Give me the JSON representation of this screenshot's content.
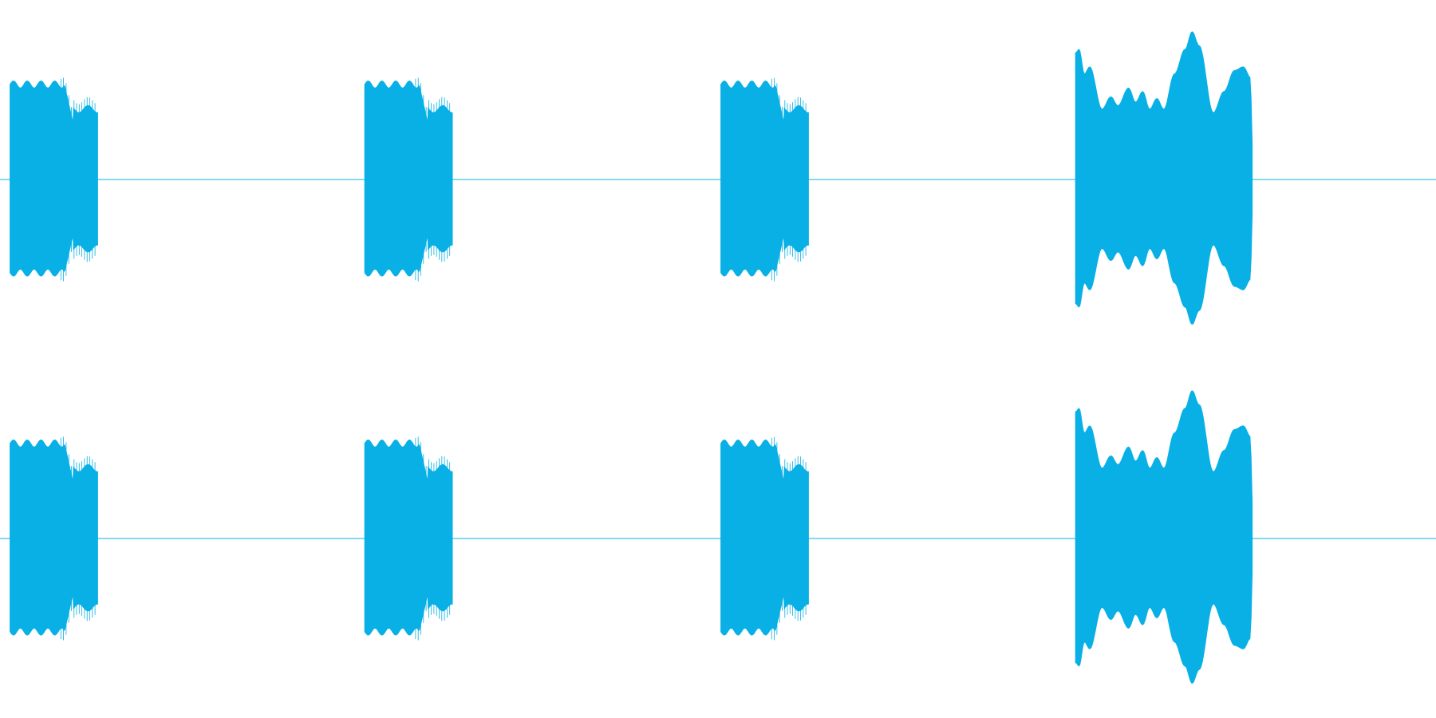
{
  "waveform": {
    "color": "#08b0e5",
    "background": "#ffffff",
    "channels": [
      {
        "name": "",
        "segments": [
          {
            "shape": "beep",
            "start": 0.007,
            "end": 0.068
          },
          {
            "shape": "beep",
            "start": 0.254,
            "end": 0.315
          },
          {
            "shape": "beep",
            "start": 0.502,
            "end": 0.563
          },
          {
            "shape": "warble",
            "start": 0.749,
            "end": 0.872
          }
        ]
      },
      {
        "name": "",
        "segments": [
          {
            "shape": "beep",
            "start": 0.007,
            "end": 0.068
          },
          {
            "shape": "beep",
            "start": 0.254,
            "end": 0.315
          },
          {
            "shape": "beep",
            "start": 0.502,
            "end": 0.563
          },
          {
            "shape": "warble",
            "start": 0.749,
            "end": 0.872
          }
        ]
      }
    ]
  }
}
